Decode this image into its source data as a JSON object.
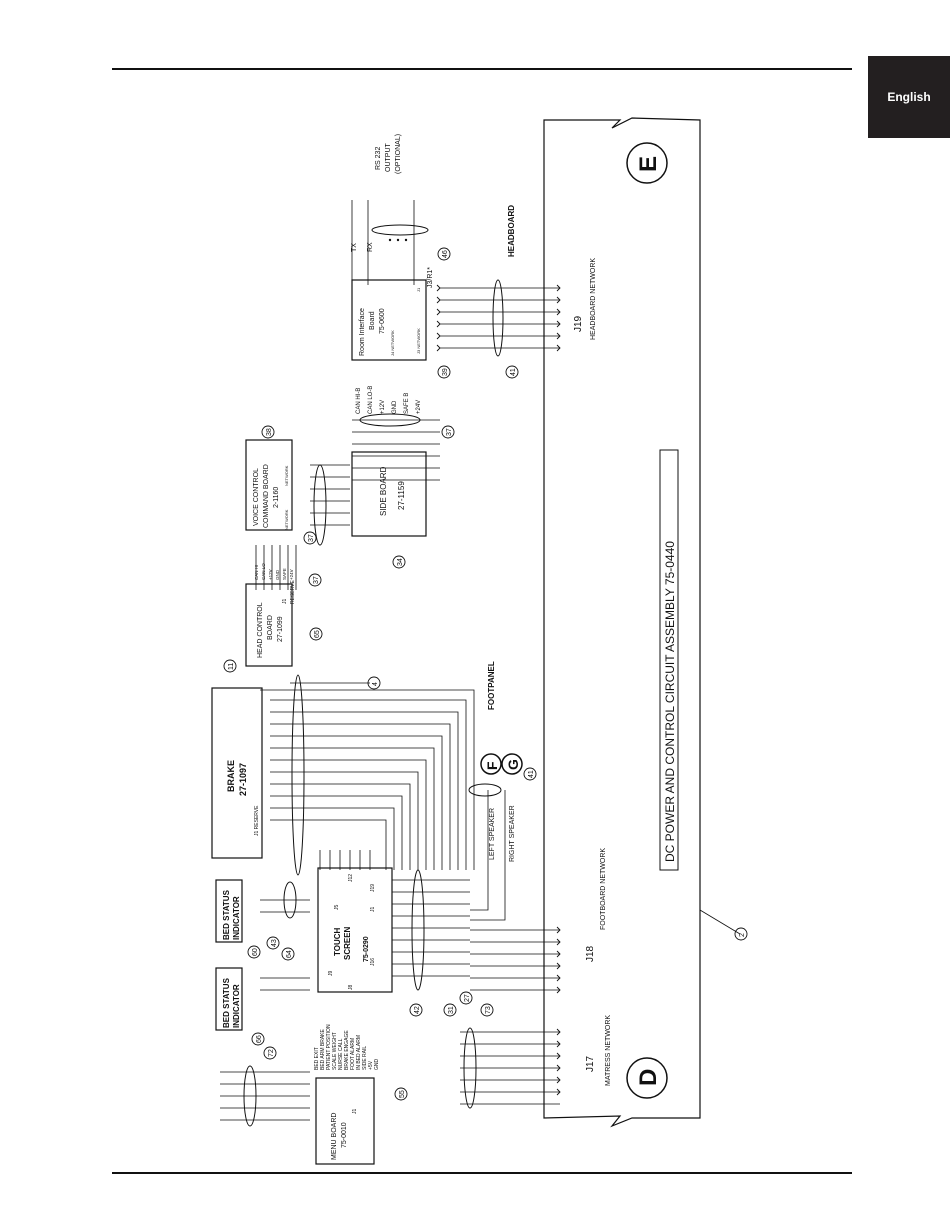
{
  "header": {
    "tab_label": "English"
  },
  "diagram": {
    "main_assembly": "DC POWER AND CONTROL CIRCUIT ASSEMBLY 75-0440",
    "sections": {
      "footpanel": "FOOTPANEL",
      "headboard": "HEADBOARD"
    },
    "connectors": {
      "d": "D",
      "e": "E",
      "f": "F",
      "g": "G",
      "j17": "J17",
      "j17_network": "MATRESS NETWORK",
      "j18": "J18",
      "j18_network": "FOOTBOARD NETWORK",
      "j19": "J19",
      "j19_network": "HEADBOARD NETWORK"
    },
    "boards": {
      "brake": {
        "name": "BRAKE",
        "part": "27-1097",
        "port": "J1 RESERVE"
      },
      "touch_screen": {
        "name1": "TOUCH",
        "name2": "SCREEN",
        "part": "75-0290",
        "ports": [
          "J5",
          "J1",
          "J19",
          "J12",
          "J9",
          "J16",
          "J8"
        ]
      },
      "menu_board": {
        "name": "MENU BOARD",
        "part": "75-0010",
        "port": "J1"
      },
      "bed_status_1": {
        "line1": "BED STATUS",
        "line2": "INDICATOR"
      },
      "bed_status_2": {
        "line1": "BED STATUS",
        "line2": "INDICATOR"
      },
      "head_control": {
        "name1": "HEAD CONTROL",
        "name2": "BOARD",
        "part": "27-1099",
        "port1": "J1",
        "port2": "RESERVE"
      },
      "voice_control": {
        "name1": "VOICE CONTROL",
        "name2": "COMMAND BOARD",
        "part": "2-1160",
        "net1": "NETWORK",
        "net2": "NETWORK"
      },
      "side_board": {
        "name": "SIDE BOARD",
        "part": "27-1159"
      },
      "room_interface": {
        "name1": "Room Interface",
        "name2": "Board",
        "part": "75-0600",
        "net1": "J4 NETWORK",
        "net2": "J3 NETWORK",
        "port": "J1"
      }
    },
    "signals": {
      "can_bus": [
        "CAN HI-B",
        "CAN LO-B",
        "+12V",
        "GND",
        "SAFE B",
        "+24V"
      ],
      "voice_pins": [
        "CAN HI",
        "CAN LO",
        "+12V",
        "GND",
        "SAFE",
        "+24V"
      ],
      "menu_pins": [
        "BED EXIT",
        "BED ARM BRAKE",
        "PATIENT POSITION",
        "SCALE WEIGHT",
        "NURSE CALL",
        "BRAKE ENGAGE",
        "FOOT ALARM",
        "IN BED ALARM",
        "SIDE RAIL",
        "+5V",
        "GND"
      ],
      "serial": {
        "tx": "TX",
        "rx": "RX",
        "j3": "J3/R1*"
      },
      "rs232": [
        "RS 232",
        "OUTPUT",
        "(OPTIONAL)"
      ],
      "speakers": {
        "left": "LEFT SPEAKER",
        "right": "RIGHT SPEAKER"
      }
    },
    "callouts": {
      "c2": "2",
      "c4": "4",
      "c11": "11",
      "c27": "27",
      "c31": "31",
      "c34": "34",
      "c37a": "37",
      "c37b": "37",
      "c37c": "37",
      "c38": "38",
      "c39": "39",
      "c41a": "41",
      "c41b": "41",
      "c42": "42",
      "c43": "43",
      "c46": "46",
      "c55": "55",
      "c60": "60",
      "c64": "64",
      "c65": "65",
      "c66": "66",
      "c72": "72",
      "c73": "73"
    }
  }
}
